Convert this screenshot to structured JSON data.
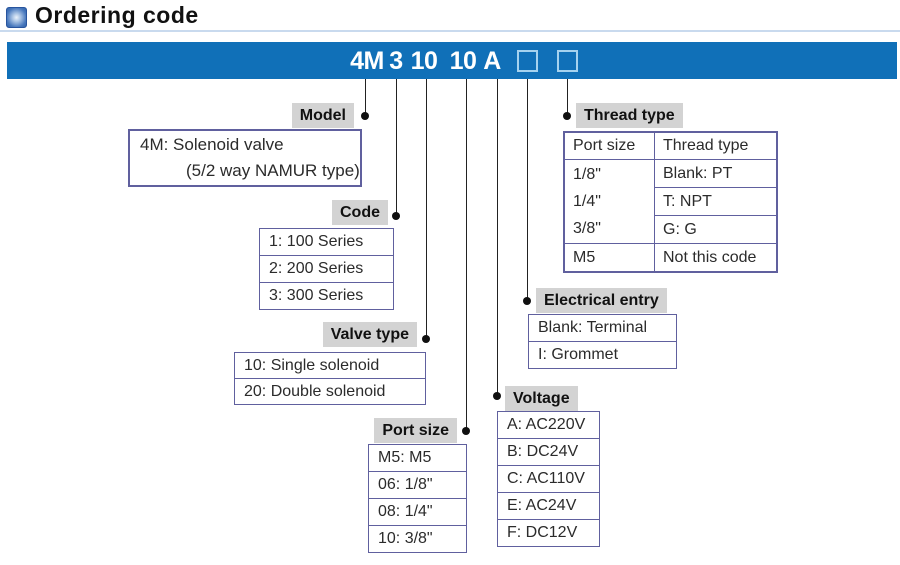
{
  "title": "Ordering code",
  "banner": {
    "code_segments": [
      "4M",
      "3",
      "10",
      "10",
      "A"
    ],
    "placeholder_count": 2
  },
  "sections": {
    "model": {
      "label": "Model",
      "lines": [
        "4M: Solenoid valve",
        "(5/2 way NAMUR type)"
      ]
    },
    "code": {
      "label": "Code",
      "items": [
        "1: 100 Series",
        "2: 200 Series",
        "3: 300 Series"
      ]
    },
    "valve_type": {
      "label": "Valve type",
      "items": [
        "10: Single solenoid",
        "20: Double solenoid"
      ]
    },
    "port_size": {
      "label": "Port size",
      "items": [
        "M5: M5",
        "06: 1/8\"",
        "08: 1/4\"",
        "10: 3/8\""
      ]
    },
    "voltage": {
      "label": "Voltage",
      "items": [
        "A: AC220V",
        "B: DC24V",
        "C: AC110V",
        "E: AC24V",
        "F: DC12V"
      ]
    },
    "electrical_entry": {
      "label": "Electrical entry",
      "items": [
        "Blank: Terminal",
        "I: Grommet"
      ]
    },
    "thread_type": {
      "label": "Thread type",
      "col_headers": [
        "Port size",
        "Thread type"
      ],
      "port_sizes": [
        "1/8\"",
        "1/4\"",
        "3/8\""
      ],
      "thread_options": [
        "Blank: PT",
        "T: NPT",
        "G: G"
      ],
      "m5_row": {
        "port": "M5",
        "value": "Not this code"
      }
    }
  },
  "colors": {
    "banner_blue": "#1070b8",
    "label_gray": "#d3d3d3",
    "box_border": "#60609e",
    "connector": "#222222",
    "placeholder_outline": "#a5d2ef"
  }
}
